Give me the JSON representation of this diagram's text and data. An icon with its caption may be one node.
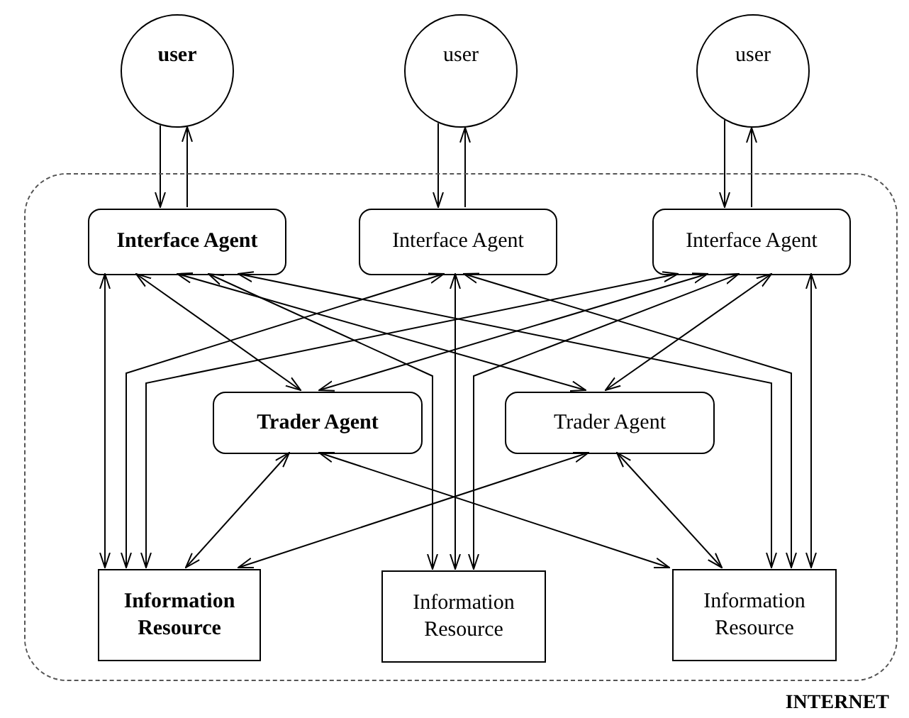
{
  "diagram": {
    "nodes": [
      {
        "text": [
          "user"
        ]
      },
      {
        "text": [
          "user"
        ]
      },
      {
        "text": [
          "user"
        ]
      },
      {
        "text": [
          "INTERNET"
        ]
      },
      {
        "text": [
          "Interface Agent"
        ],
        "in": 3
      },
      {
        "text": [
          "Interface Agent"
        ],
        "in": 3
      },
      {
        "text": [
          "Interface Agent"
        ],
        "in": 3
      },
      {
        "text": [
          "Trader Agent"
        ],
        "in": 3
      },
      {
        "text": [
          "Trader Agent"
        ],
        "in": 3
      },
      {
        "text": [
          "Information Resource"
        ],
        "in": 3
      },
      {
        "text": [
          "Information Resource"
        ],
        "in": 3
      },
      {
        "text": [
          "Information Resource"
        ],
        "in": 3
      }
    ],
    "edges": [
      {
        "from": 0,
        "to": 4,
        "arrow": "to"
      },
      {
        "from": 4,
        "to": 0,
        "arrow": "to"
      },
      {
        "from": 1,
        "to": 5,
        "arrow": "to"
      },
      {
        "from": 5,
        "to": 1,
        "arrow": "to"
      },
      {
        "from": 2,
        "to": 6,
        "arrow": "to"
      },
      {
        "from": 6,
        "to": 2,
        "arrow": "to"
      },
      {
        "from": 4,
        "to": 9,
        "arrow": "both"
      },
      {
        "from": 4,
        "to": 7,
        "arrow": "both"
      },
      {
        "from": 4,
        "to": 8,
        "arrow": "both"
      },
      {
        "from": 4,
        "to": 10,
        "arrow": "both"
      },
      {
        "from": 4,
        "to": 11,
        "arrow": "both"
      },
      {
        "from": 5,
        "to": 9,
        "arrow": "both"
      },
      {
        "from": 5,
        "to": 10,
        "arrow": "both"
      },
      {
        "from": 5,
        "to": 11,
        "arrow": "both"
      },
      {
        "from": 6,
        "to": 9,
        "arrow": "both"
      },
      {
        "from": 6,
        "to": 7,
        "arrow": "both"
      },
      {
        "from": 6,
        "to": 10,
        "arrow": "both"
      },
      {
        "from": 6,
        "to": 8,
        "arrow": "both"
      },
      {
        "from": 6,
        "to": 11,
        "arrow": "both"
      },
      {
        "from": 7,
        "to": 9,
        "arrow": "both"
      },
      {
        "from": 7,
        "to": 11,
        "arrow": "both"
      },
      {
        "from": 8,
        "to": 9,
        "arrow": "both"
      },
      {
        "from": 8,
        "to": 11,
        "arrow": "both"
      }
    ]
  }
}
